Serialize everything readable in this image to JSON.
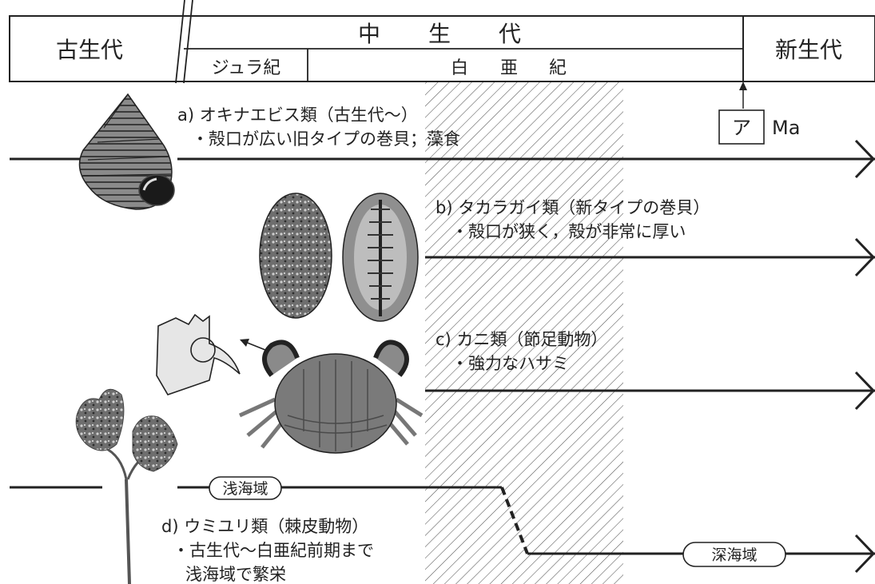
{
  "header": {
    "paleozoic": "古生代",
    "mesozoic": [
      "中",
      "生",
      "代"
    ],
    "jurassic": "ジュラ紀",
    "cretaceous": [
      "白",
      "亜",
      "紀"
    ],
    "cenozoic": "新生代"
  },
  "boundary_box": {
    "label": "ア",
    "unit": "Ma"
  },
  "lineages": [
    {
      "title": "a) オキナエビス類（古生代〜）",
      "note": "・殻口が広い旧タイプの巻貝；藻食"
    },
    {
      "title": "b) タカラガイ類（新タイプの巻貝）",
      "note": "・殻口が狭く，殻が非常に厚い"
    },
    {
      "title": "c) カニ類（節足動物）",
      "note": "・強力なハサミ"
    },
    {
      "title": "d) ウミユリ類（棘皮動物）",
      "note": "・古生代〜白亜紀前期まで",
      "note2": "浅海域で繁栄"
    }
  ],
  "habitats": {
    "shallow": "浅海域",
    "deep": "深海域"
  },
  "icons": [
    "slit-shell-icon",
    "cowrie-shell-icon",
    "cowrie-underside-icon",
    "crab-icon",
    "crab-claw-icon",
    "crinoid-icon"
  ]
}
